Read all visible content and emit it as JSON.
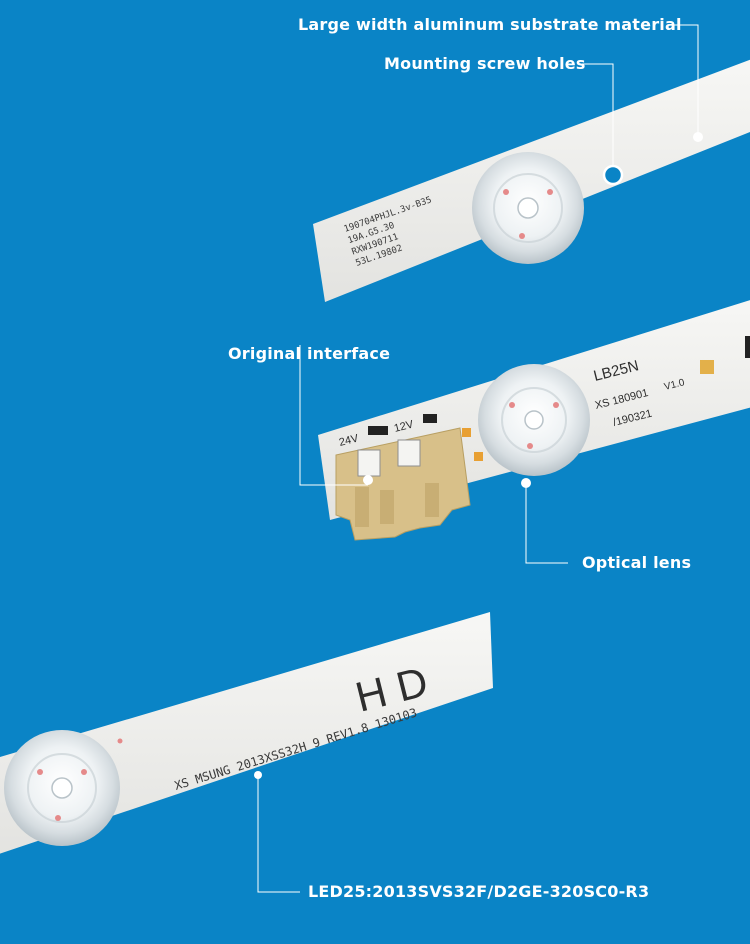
{
  "colors": {
    "background": "#0a84c6",
    "strip": "#f2f2f0",
    "connector": "#d8c089",
    "leader_line": "#ffffff"
  },
  "callouts": {
    "substrate": "Large width aluminum substrate material",
    "screw_holes": "Mounting screw holes",
    "interface": "Original interface",
    "lens": "Optical lens",
    "model": "LED25:2013SVS32F/D2GE-320SC0-R3"
  },
  "strip1": {
    "print_lines": [
      "190704PHJL.3v-B35",
      "19A.G5.30",
      "RXW190711",
      "53L.19802"
    ]
  },
  "strip2": {
    "model_mark": "LB25N",
    "code_line": "XS 180901",
    "version": "V1.0",
    "date_line": "/190321",
    "label_24v": "24V",
    "label_12v": "12V"
  },
  "strip3": {
    "big_mark": "H D",
    "print_line": "XS MSUNG 2013XSS32H 9 REV1.8 130103"
  }
}
